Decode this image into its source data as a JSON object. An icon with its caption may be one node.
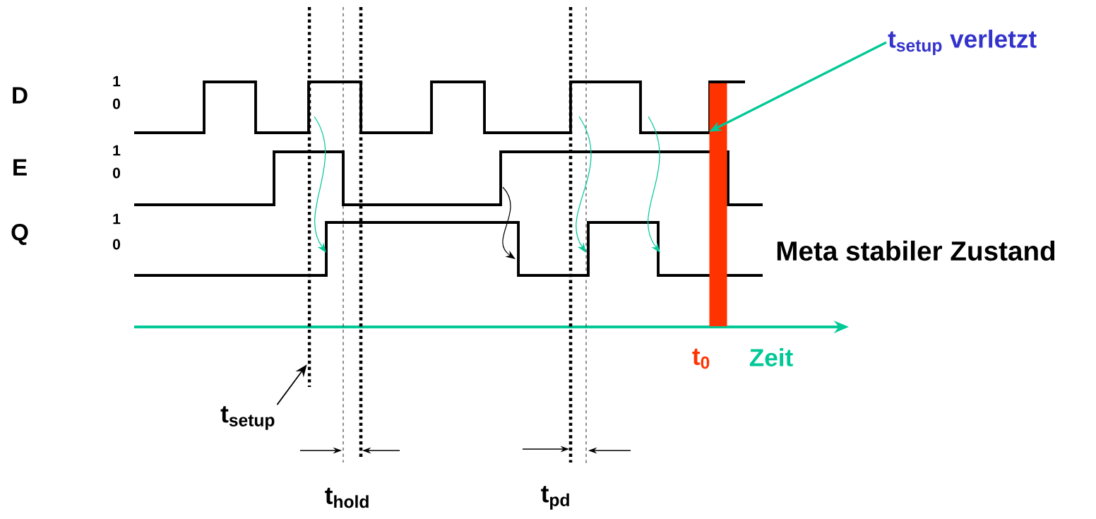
{
  "diagram": {
    "nodes": [
      {
        "text": [
          "t$_{setup}$ verletzt"
        ]
      },
      {
        "text": [],
        "shape": "bar"
      },
      {
        "text": [
          "t$_{setup}$"
        ]
      },
      {
        "text": [],
        "shape": "line"
      }
    ],
    "edges": [
      {
        "from": 0,
        "to": 1,
        "arrow": "to",
        "color": "#00c896"
      },
      {
        "from": 2,
        "to": 3,
        "arrow": "to",
        "color": "#000000"
      }
    ],
    "labels": [
      "D",
      "1",
      "0",
      "E",
      "1",
      "0",
      "Q",
      "1",
      "0",
      "Meta stabiler Zustand",
      "t$_{0}$",
      "Zeit",
      "t$_{hold}$",
      "t$_{pd}$"
    ]
  }
}
